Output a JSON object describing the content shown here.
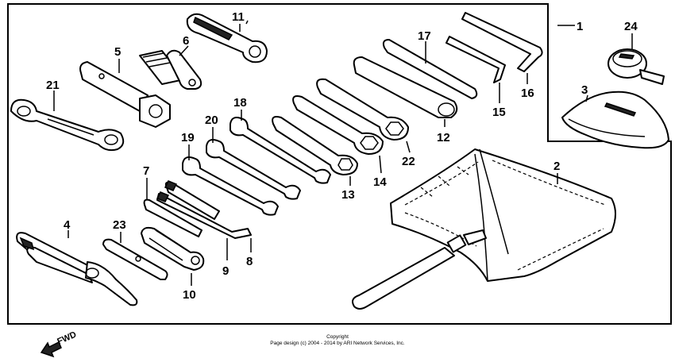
{
  "callouts": {
    "c1": "1",
    "c2": "2",
    "c3": "3",
    "c4": "4",
    "c5": "5",
    "c6": "6",
    "c7": "7",
    "c8": "8",
    "c9": "9",
    "c10": "10",
    "c11": "11",
    "c12": "12",
    "c13": "13",
    "c14": "14",
    "c15": "15",
    "c16": "16",
    "c17": "17",
    "c18": "18",
    "c19": "19",
    "c20": "20",
    "c21": "21",
    "c22": "22",
    "c23": "23",
    "c24": "24"
  },
  "direction": {
    "label": "FWD"
  },
  "footer": {
    "line1": "Copyright",
    "line2": "Page design (c) 2004 - 2014 by ARI Network Services, Inc."
  }
}
